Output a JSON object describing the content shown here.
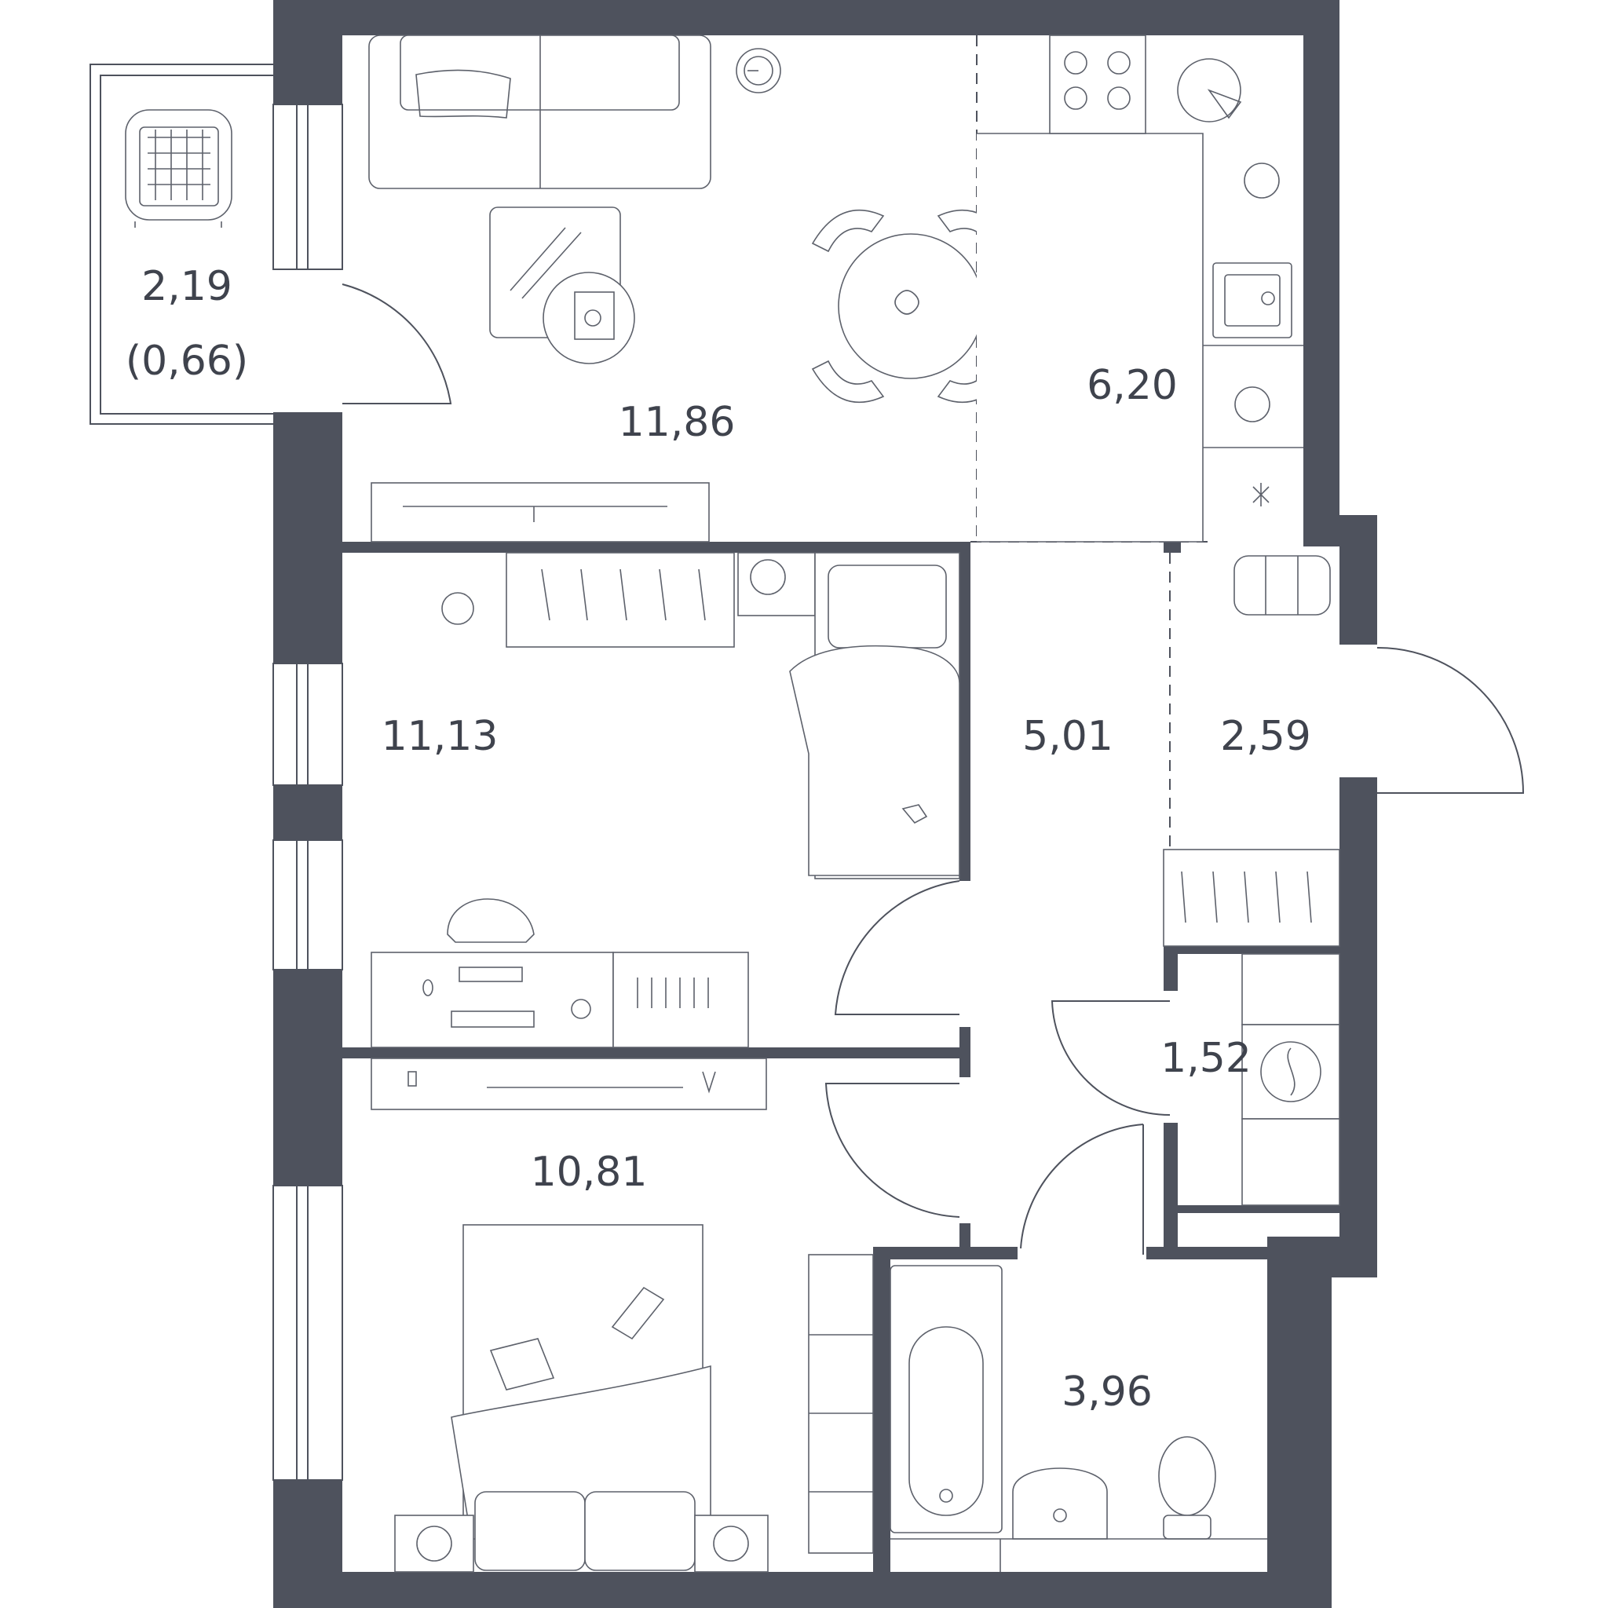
{
  "plan": {
    "rooms": [
      {
        "key": "balcony",
        "area": "2,19",
        "note": "(0,66)"
      },
      {
        "key": "living",
        "area": "11,86"
      },
      {
        "key": "kitchen",
        "area": "6,20"
      },
      {
        "key": "bedroom_top",
        "area": "11,13"
      },
      {
        "key": "hall",
        "area": "5,01"
      },
      {
        "key": "entry",
        "area": "2,59"
      },
      {
        "key": "laundry",
        "area": "1,52"
      },
      {
        "key": "bedroom_bottom",
        "area": "10,81"
      },
      {
        "key": "bathroom",
        "area": "3,96"
      }
    ],
    "colors": {
      "wall": "#4e525d",
      "line": "#5d616b",
      "text": "#3f434d",
      "background": "#ffffff"
    }
  }
}
